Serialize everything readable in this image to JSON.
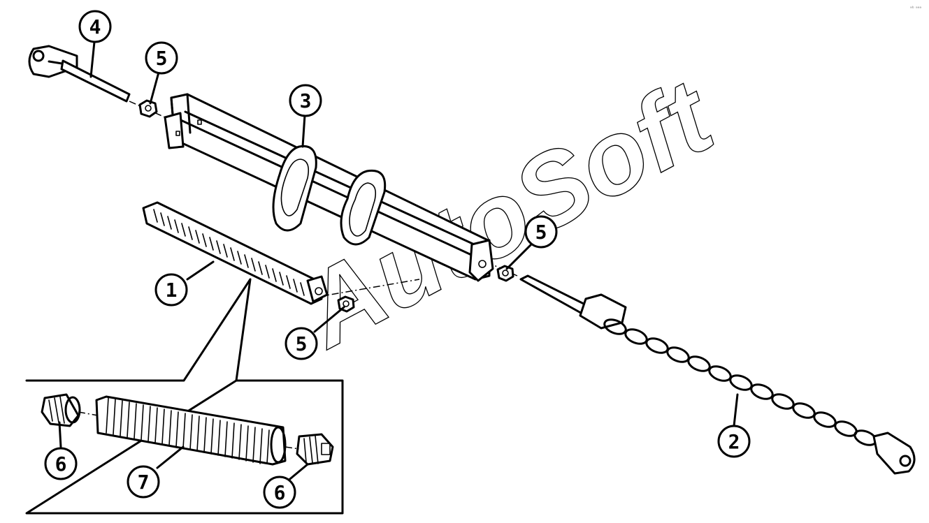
{
  "watermark": "AutoSoft",
  "corner_mark": "ᵃᵇ ᵃᵃᵃ",
  "callouts": [
    {
      "id": "c1",
      "label": "1"
    },
    {
      "id": "c2",
      "label": "2"
    },
    {
      "id": "c3",
      "label": "3"
    },
    {
      "id": "c4",
      "label": "4"
    },
    {
      "id": "c5a",
      "label": "5"
    },
    {
      "id": "c5b",
      "label": "5"
    },
    {
      "id": "c5c",
      "label": "5"
    },
    {
      "id": "c6a",
      "label": "6"
    },
    {
      "id": "c6b",
      "label": "6"
    },
    {
      "id": "c7",
      "label": "7"
    }
  ]
}
